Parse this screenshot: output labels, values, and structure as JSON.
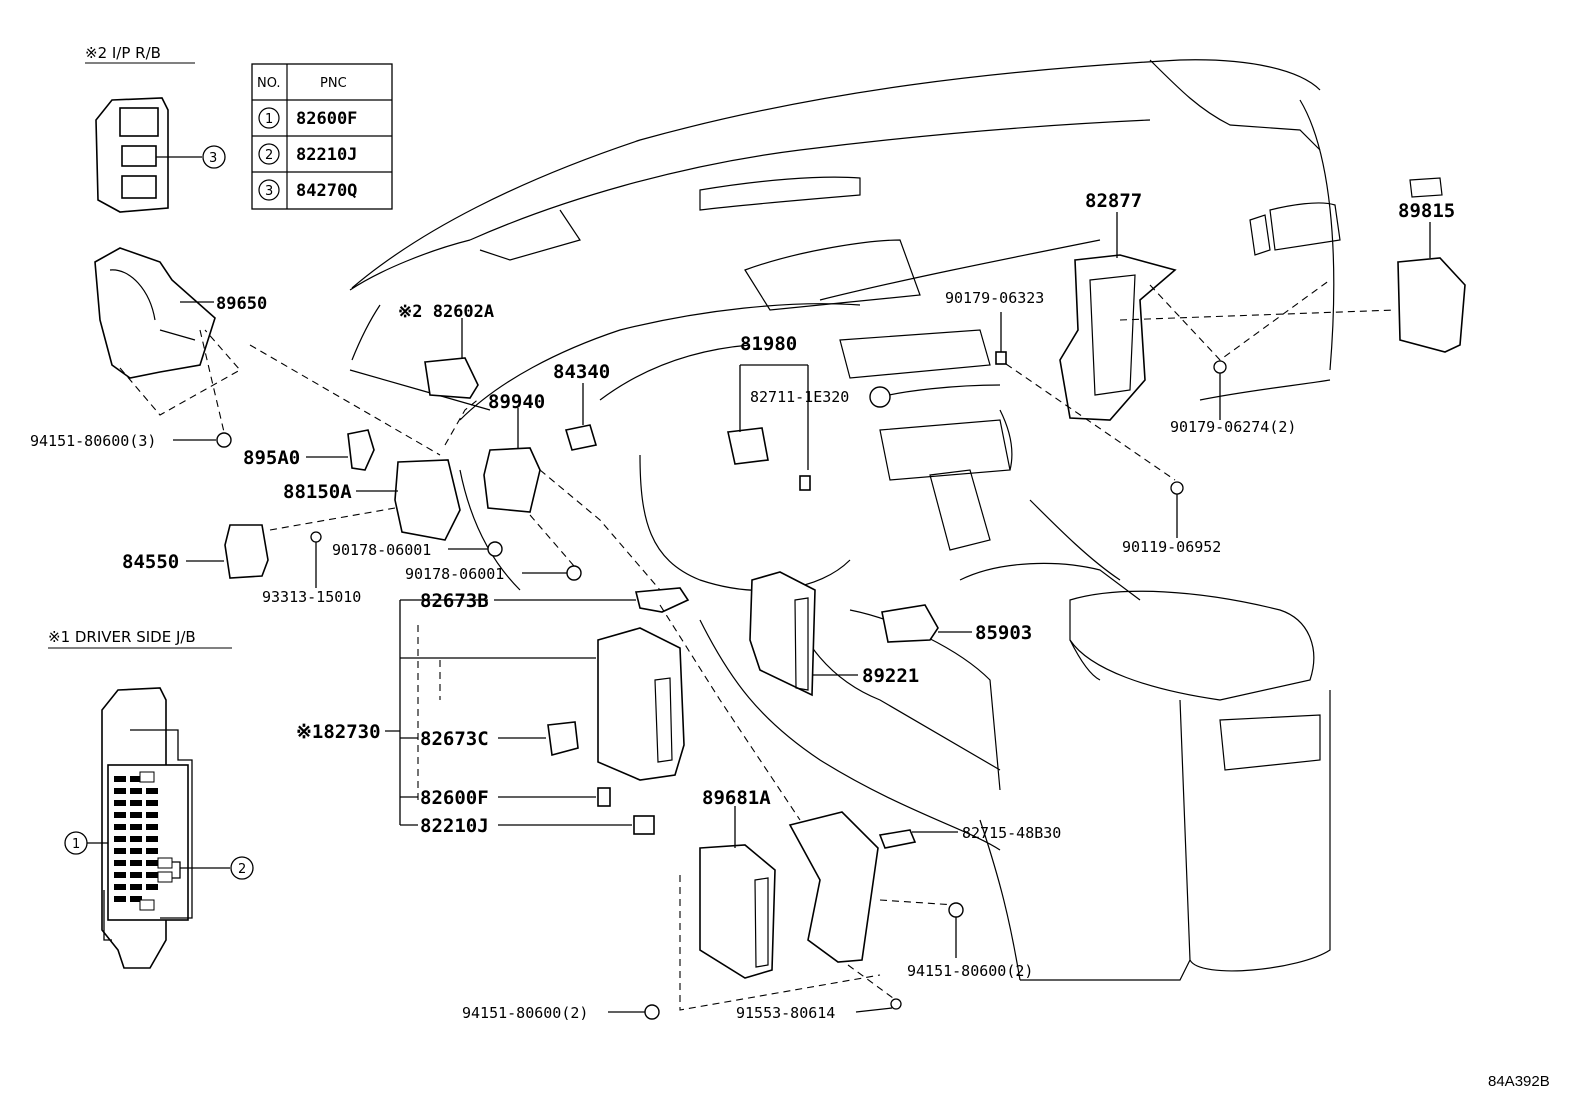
{
  "diagram_id": "84A392B",
  "inset_ip_rb": {
    "title": "※2 I/P R/B",
    "callout": "3"
  },
  "pnc_table": {
    "headers": [
      "NO.",
      "PNC"
    ],
    "rows": [
      {
        "no": "1",
        "pnc": "82600F"
      },
      {
        "no": "2",
        "pnc": "82210J"
      },
      {
        "no": "3",
        "pnc": "84270Q"
      }
    ]
  },
  "inset_driver_jb": {
    "title": "※1 DRIVER SIDE J/B",
    "callout_left": "1",
    "callout_right": "2"
  },
  "parts": {
    "p89650": "89650",
    "p94151_80600_3": "94151-80600(3)",
    "p895A0": "895A0",
    "p88150A": "88150A",
    "p84550": "84550",
    "p93313_15010": "93313-15010",
    "p90178_06001_a": "90178-06001",
    "p90178_06001_b": "90178-06001",
    "p82602A": "※2 82602A",
    "p89940": "89940",
    "p84340": "84340",
    "p81980": "81980",
    "p82711_1E320": "82711-1E320",
    "p82877": "82877",
    "p89815": "89815",
    "p90179_06323": "90179-06323",
    "p90179_06274_2": "90179-06274(2)",
    "p90119_06952": "90119-06952",
    "p82673B": "82673B",
    "p82730": "※182730",
    "p82673C": "82673C",
    "p82600F": "82600F",
    "p82210J": "82210J",
    "p85903": "85903",
    "p89221": "89221",
    "p89681A": "89681A",
    "p82715_48B30": "82715-48B30",
    "p94151_80600_2a": "94151-80600(2)",
    "p94151_80600_2b": "94151-80600(2)",
    "p91553_80614": "91553-80614"
  }
}
